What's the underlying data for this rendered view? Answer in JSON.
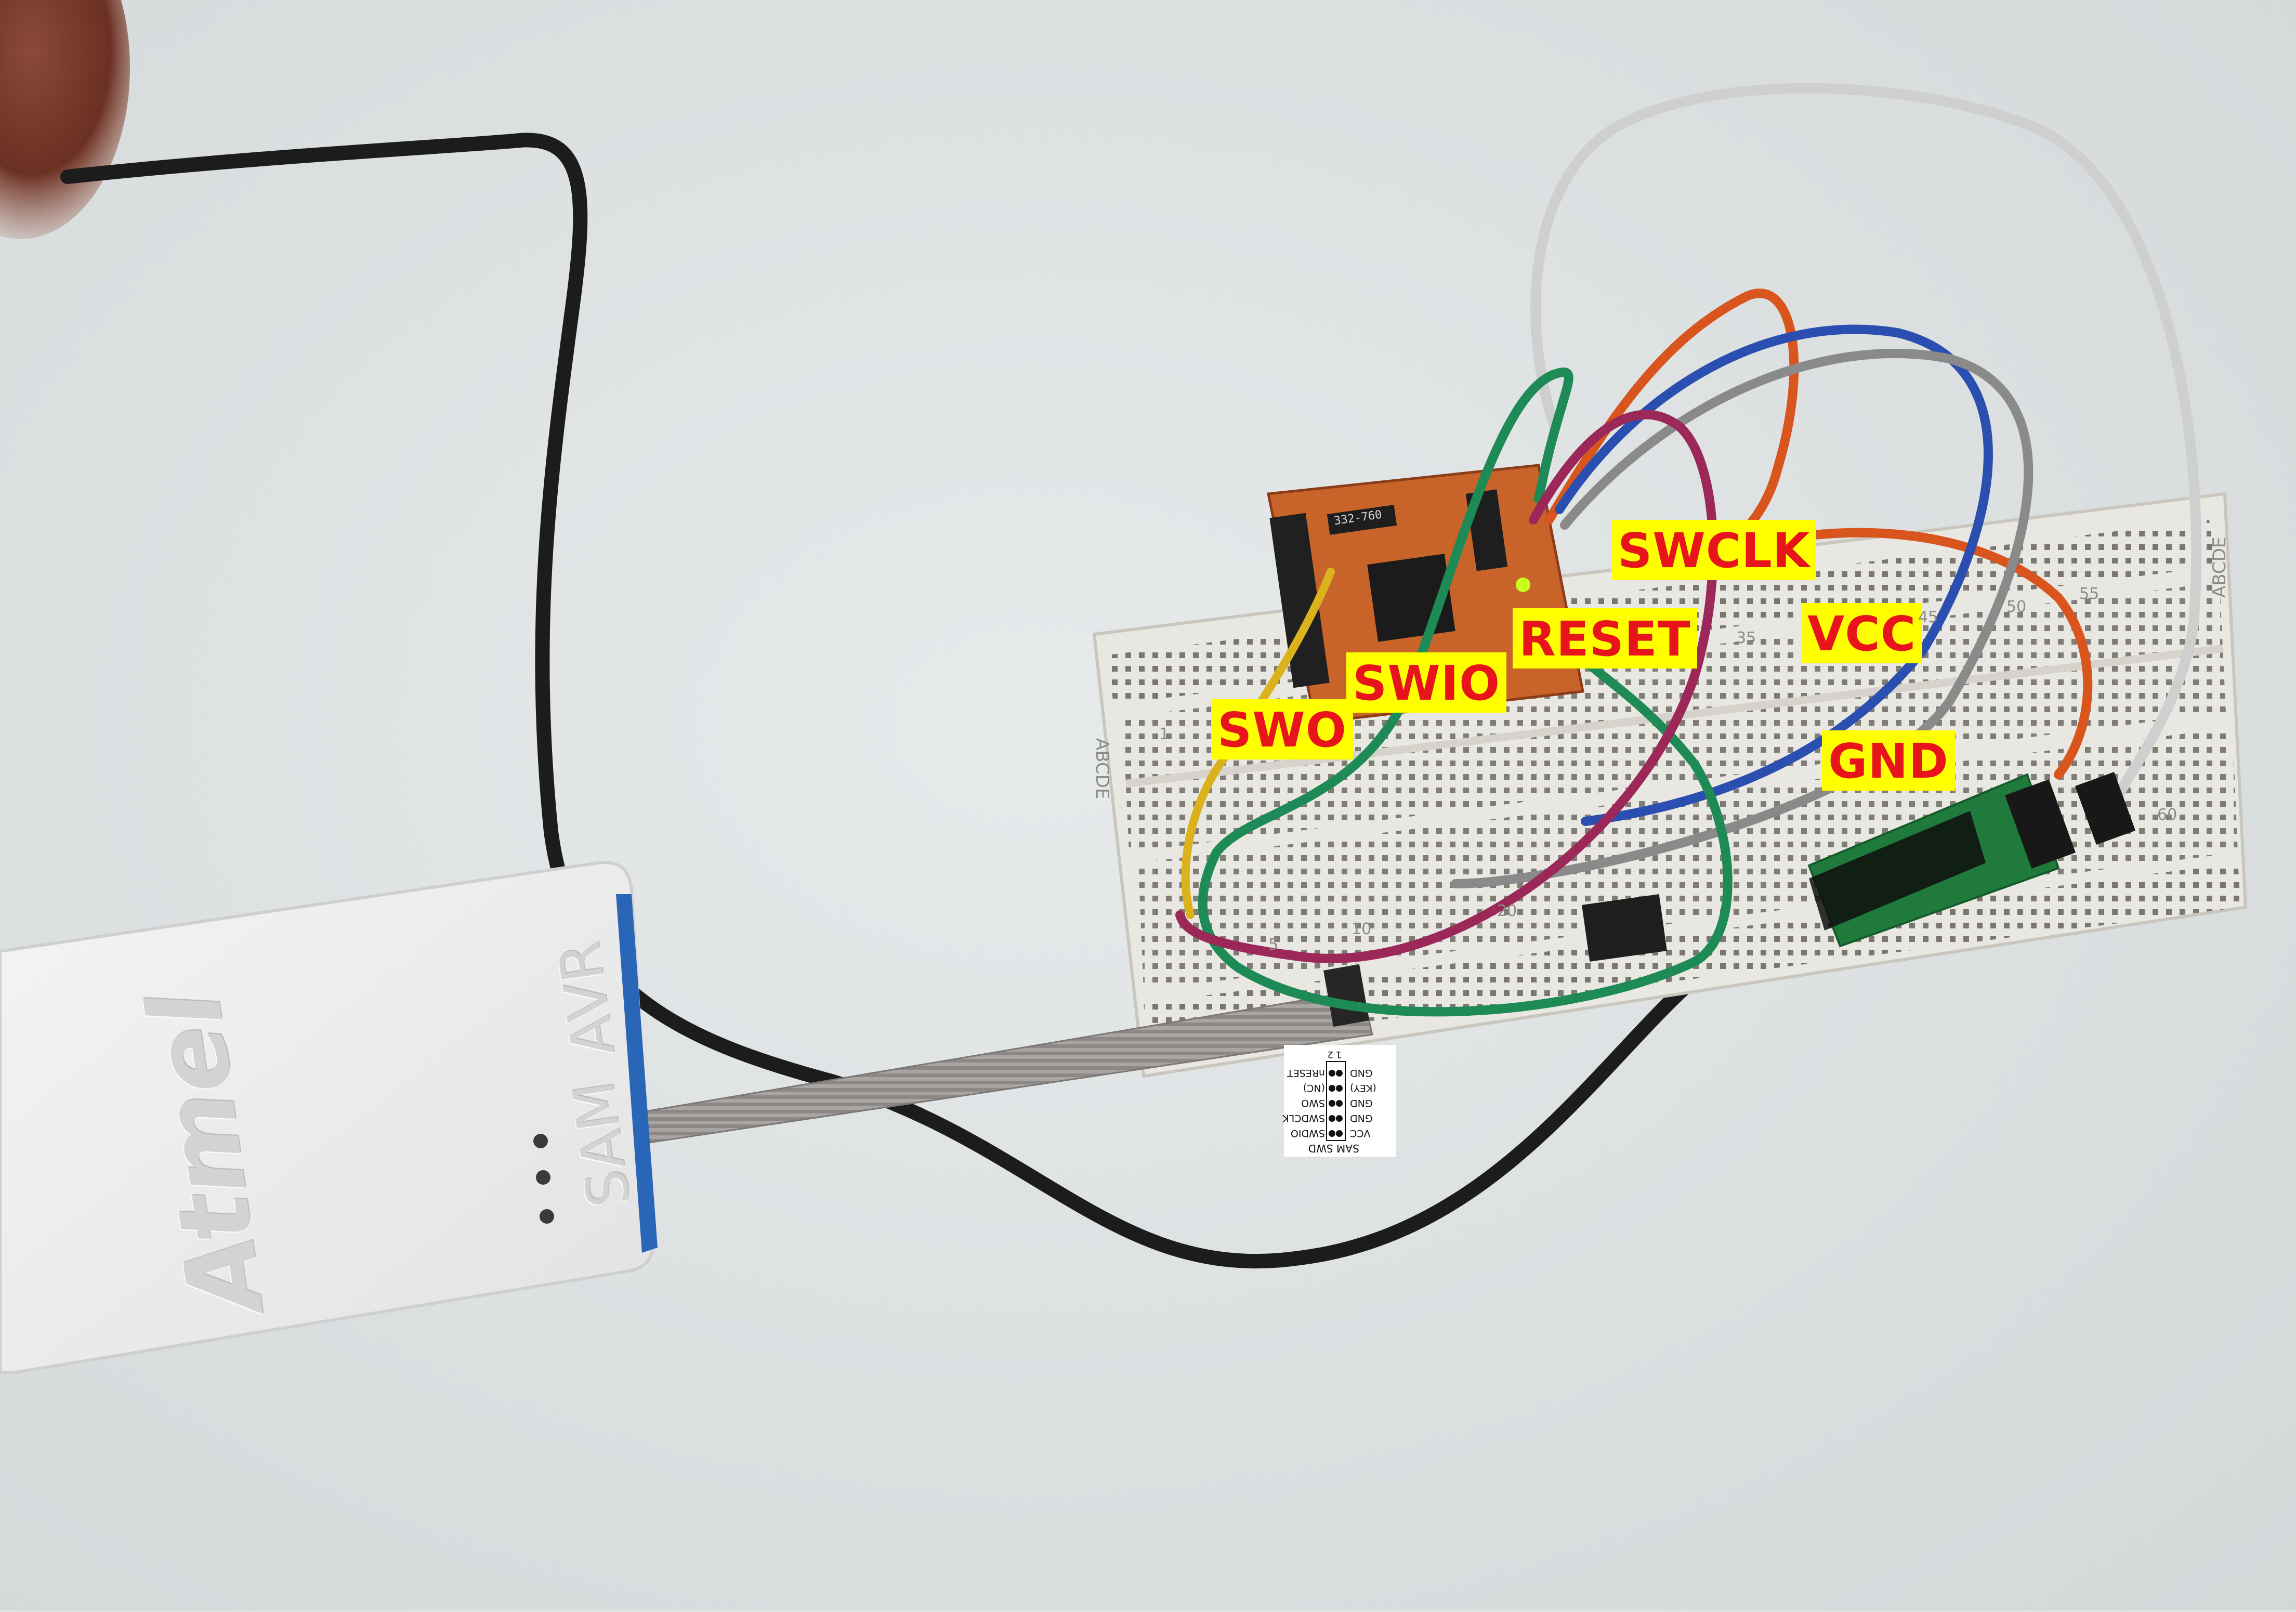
{
  "callouts": {
    "swo": "SWO",
    "swio": "SWIO",
    "reset": "RESET",
    "swclk": "SWCLK",
    "vcc": "VCC",
    "gnd": "GND"
  },
  "debugger": {
    "brand": "Atmel",
    "model_sam": "SAM",
    "model_avr": "AVR"
  },
  "pinout": {
    "header": "SAM SWD",
    "left_labels": [
      "VCC",
      "GND",
      "GND",
      "(KEY)",
      "GND"
    ],
    "right_labels": [
      "SWDIO",
      "SWDCLK",
      "SWO",
      "(NC)",
      "nRESET"
    ],
    "pin_numbers": [
      "1",
      "2"
    ]
  },
  "breadboard": {
    "row_letters": "ABCDE",
    "column_numbers": [
      "1",
      "5",
      "10",
      "20",
      "35",
      "45",
      "50",
      "55",
      "60"
    ]
  },
  "pcb_chip_label": "332-760",
  "colors": {
    "background": "#dfe3e4",
    "callout_bg": "#ffff00",
    "callout_text": "#e8141c",
    "pcb": "#c8642a",
    "wire_black": "#1c1c1c",
    "wire_gray": "#8a8a8a",
    "wire_orange": "#d8561e",
    "wire_blue": "#2b4fb0",
    "wire_green": "#1e8a55",
    "wire_magenta": "#9b2858",
    "wire_white": "#cfcfcf",
    "wire_yellow": "#d9b21c",
    "ribbon": "#9a9795",
    "module_green": "#1f7a3b"
  }
}
